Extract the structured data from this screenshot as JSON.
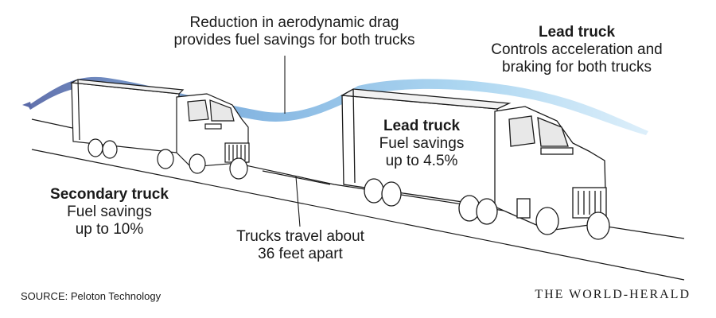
{
  "lead_annotation": {
    "title": "Lead truck",
    "line1": "Controls acceleration and",
    "line2": "braking for both trucks"
  },
  "drag_annotation": {
    "line1": "Reduction in aerodynamic drag",
    "line2": "provides fuel savings for both trucks"
  },
  "lead_truck": {
    "title": "Lead truck",
    "line1": "Fuel savings",
    "line2": "up to 4.5%"
  },
  "secondary_truck": {
    "title": "Secondary truck",
    "line1": "Fuel savings",
    "line2": "up to 10%"
  },
  "distance": {
    "line1": "Trucks travel about",
    "line2": "36 feet apart"
  },
  "source": "SOURCE: Peloton Technology",
  "brand": "THE WORLD-HERALD",
  "colors": {
    "airflow_dark": "#5a6aa8",
    "airflow_light": "#a8d4f0",
    "ink": "#1a1a1a"
  }
}
